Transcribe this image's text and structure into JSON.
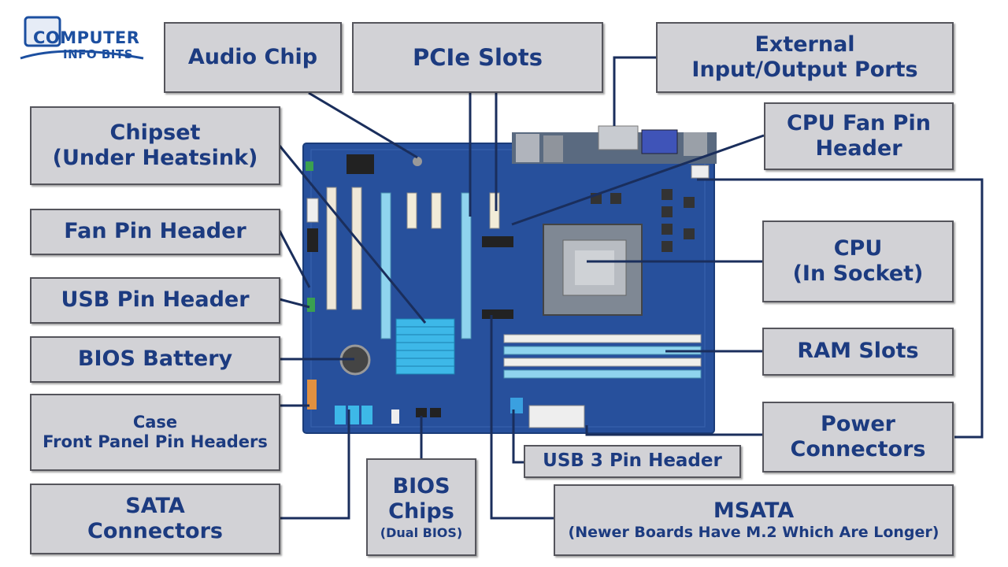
{
  "logo": {
    "line1": "COMPUTER",
    "line2": "INFO BITS"
  },
  "colors": {
    "text": "#1c3b80",
    "label_bg": "#d2d2d6",
    "board": "#27509c",
    "leader_line": "#1a2e5c"
  },
  "labels": {
    "audio_chip": "Audio Chip",
    "pcie_slots": "PCIe Slots",
    "external_ports": {
      "line1": "External",
      "line2": "Input/Output Ports"
    },
    "chipset": {
      "line1": "Chipset",
      "line2": "(Under Heatsink)"
    },
    "cpu_fan_header": {
      "line1": "CPU Fan Pin",
      "line2": "Header"
    },
    "fan_pin_header": "Fan Pin Header",
    "cpu": {
      "line1": "CPU",
      "line2": "(In Socket)"
    },
    "usb_pin_header": "USB Pin Header",
    "bios_battery": "BIOS Battery",
    "ram_slots": "RAM Slots",
    "case_front_panel": {
      "line1": "Case",
      "line2": "Front Panel Pin Headers"
    },
    "power_connectors": {
      "line1": "Power",
      "line2": "Connectors"
    },
    "usb3_pin_header": "USB 3 Pin Header",
    "sata_connectors": {
      "line1": "SATA",
      "line2": "Connectors"
    },
    "bios_chips": {
      "line1": "BIOS",
      "line2": "Chips",
      "line3": "(Dual BIOS)"
    },
    "msata": {
      "line1": "MSATA",
      "line2": "(Newer Boards Have M.2 Which Are Longer)"
    }
  }
}
